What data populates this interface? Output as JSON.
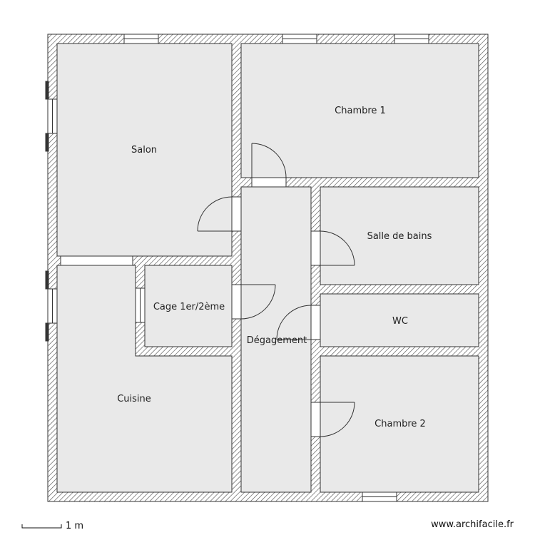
{
  "rooms": {
    "salon": "Salon",
    "chambre1": "Chambre 1",
    "salle_de_bains": "Salle de bains",
    "cage": "Cage 1er/2ème",
    "wc": "WC",
    "degagement": "Dégagement",
    "cuisine": "Cuisine",
    "chambre2": "Chambre 2"
  },
  "scale_label": "1 m",
  "watermark": "www.archifacile.fr",
  "colors": {
    "room_fill": "#e9e9e9",
    "wall_hatch": "#555555",
    "outline": "#333333"
  }
}
